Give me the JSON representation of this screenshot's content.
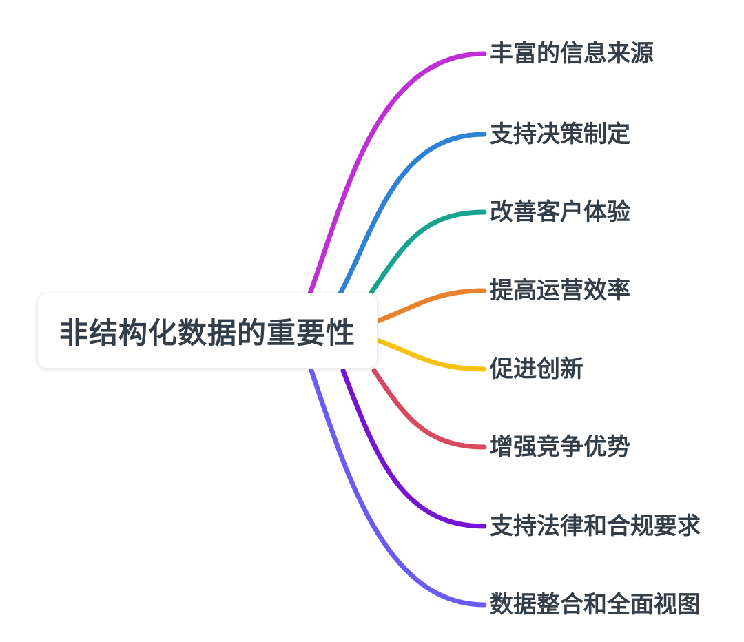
{
  "diagram": {
    "type": "mindmap",
    "background_color": "#ffffff",
    "text_color": "#323e4a",
    "root": {
      "label": "非结构化数据的重要性",
      "card_color": "#ffffff"
    },
    "branches": [
      {
        "label": "丰富的信息来源",
        "color": "#c02fd6"
      },
      {
        "label": "支持决策制定",
        "color": "#2e82d6"
      },
      {
        "label": "改善客户体验",
        "color": "#17a38f"
      },
      {
        "label": "提高运营效率",
        "color": "#e8822e"
      },
      {
        "label": "促进创新",
        "color": "#f5c211"
      },
      {
        "label": "增强竞争优势",
        "color": "#d6495f"
      },
      {
        "label": "支持法律和合规要求",
        "color": "#7713d2"
      },
      {
        "label": "数据整合和全面视图",
        "color": "#6a5cf0"
      }
    ]
  }
}
